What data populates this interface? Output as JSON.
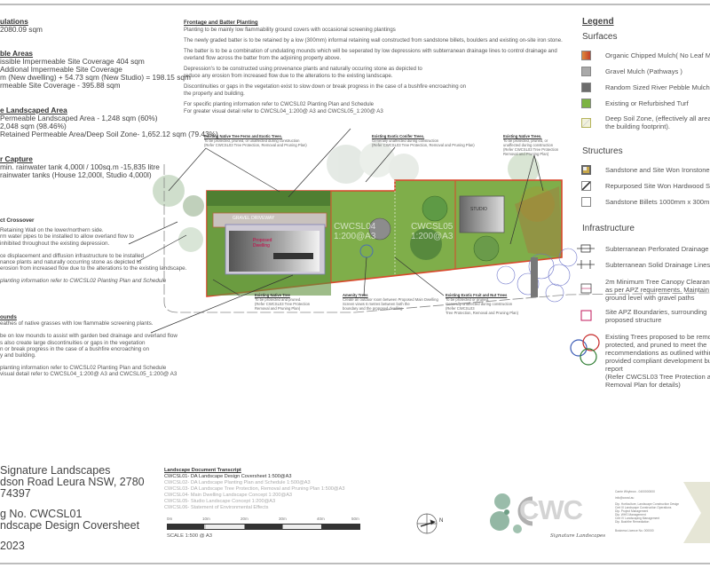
{
  "left_notes": {
    "calculations": {
      "heading": "ulations",
      "lines": [
        "2080.09 sqm"
      ]
    },
    "impermeable": {
      "heading": "ble Areas",
      "lines": [
        "issible Impermeable Site Coverage 404 sqm",
        "Addional Impermeable Site Coverage",
        "m (New dwelling) + 54.73 sqm (New Studio) = 198.15 sqm",
        "rmeable Site Coverage - 395.88 sqm"
      ]
    },
    "landscaped": {
      "heading": "e Landscaped Area",
      "lines": [
        "Permeable Landscaped Area - 1,248 sqm (60%)",
        "2,048 sqm (98.46%)",
        "Retained Permeable Area/Deep Soil Zone- 1,652.12 sqm (79.43%)"
      ]
    },
    "capture": {
      "heading": "r Capture",
      "lines": [
        "min. rainwater tank 4,000l / 100sq.m -15,835 litre",
        "rainwater tanks (House 12,000l, Studio 4,000l)"
      ]
    },
    "crossover": {
      "heading": "ct Crossover",
      "lines": [
        "Retaining Wall on the lower/northern side.",
        "rm water pipes to be installed to allow overland flow to",
        "inhibited throughout the existing depression.",
        "",
        "ce displacement and diffusion infrastructure to be installed",
        "nance plants and naturally occurring stone as depicted to",
        "erosion from increased flow due to the alterations to the existing landscape.",
        "",
        "planting information refer to CWCSL02 Planting Plan and Schedule"
      ]
    },
    "mounds": {
      "heading": "ounds",
      "lines": [
        "eathes of native grasses with low flammable screening plants.",
        "",
        "be on low mounds to assist with garden bed drainage and overland flow",
        "s also create large discontinuities or gaps in the vegetation",
        "n or break progress in the case of a bushfire encroaching on",
        "y and building.",
        "",
        "planting information refer to CWCSL02 Planting Plan and Schedule",
        "visual detail refer to CWCSL04_1:200@ A3 and CWCSL05_1:200@ A3"
      ]
    }
  },
  "center_notes": {
    "heading": "Frontage and Batter Planting",
    "lines": [
      "Planting to be mainly low flammability ground covers with occasional screening plantings",
      "",
      "The newly graded batter is to be retained by a low (300mm) informal retaining wall constructed from sandstone billets, boulders and existing on-site iron stone.",
      "",
      "The batter is to be a combination of undulating mounds which will be seperated by low depressions with subterranean drainage lines to control drainage and",
      "overland flow across the batter from the adjoining property above.",
      "",
      "Depression's to be constructed using provenance plants and naturally occuring stone as depicted to",
      "reduce any erosion from increased flow due to the alterations to the existing landscape.",
      "",
      "Discontinuities or gaps in the vegetation exist to slow down or break progress in the case of a bushfire encroaching on",
      "the property and building.",
      "",
      "For specific planting information refer to CWCSL02 Planting Plan and Schedule",
      "For greater visual detail refer to CWCSL04_1:200@ A3 and CWCSL05_1:200@ A3"
    ]
  },
  "plan": {
    "callouts": [
      {
        "heading": "Existing Native Tree Ferns and Exotic Trees.",
        "lines": [
          "To be protected, pruned, or unaffected during construction",
          "(Refer CWCSL03 Tree Protection, Removal and Pruning Plan)"
        ]
      },
      {
        "heading": "Existing Exotic Conifer Trees.",
        "lines": [
          "Generally unaffected during construction",
          "(Refer CWCSL03 Tree Protection, Removal and Pruning Plan)"
        ]
      },
      {
        "heading": "Existing Native Trees.",
        "lines": [
          "To be protected, pruned, or",
          "unaffected during construction",
          "(Refer CWCSL03 Tree Protection",
          "Removal and Pruning Plan)"
        ]
      },
      {
        "heading": "Existing Native Tree",
        "lines": [
          "To be protected and pruned.",
          "(Refer CWCSL03 Tree Protection",
          "Removal and Pruning Plan)"
        ]
      },
      {
        "heading": "Amenity Trees",
        "lines": [
          "Create an outdoor room between Proposed Main Dwelling",
          "Screen views 6 metres between both the",
          "boundary and the proposed dwelling"
        ]
      },
      {
        "heading": "Existing Exotic Fruit and Nut Trees",
        "lines": [
          "To be protected or pruned.",
          "Generally unaffected during construction",
          "(Refer CWCSL03",
          "Tree Protection, Removal and Pruning Plan)"
        ]
      }
    ],
    "labels": {
      "gravel": "GRAVEL DRIVEWAY",
      "dwelling": "Proposed Dwelling",
      "studio": "STUDIO",
      "ref1a": "CWCSL04",
      "ref1b": "1:200@A3",
      "ref2a": "CWCSL05",
      "ref2b": "1:200@A3"
    },
    "colors": {
      "turf": "#7fae4a",
      "boundary": "#d9472b",
      "mulch": "#b5643a",
      "building": "#6e6e6e"
    }
  },
  "legend": {
    "title": "Legend",
    "surfaces_title": "Surfaces",
    "surfaces": [
      {
        "label": "Organic Chipped Mulch( No Leaf M",
        "color": "#d2622f"
      },
      {
        "label": "Gravel Mulch (Pathways )",
        "color": "#a9a9a9"
      },
      {
        "label": "Random Sized River Pebble Mulch",
        "color": "#6c6c6c"
      },
      {
        "label": "Existing or Refurbished Turf",
        "color": "#7cb342"
      },
      {
        "label": "Deep Soil Zone, (effectively all area",
        "label2": "the building footprint).",
        "color": "#f1f1dc"
      }
    ],
    "structures_title": "Structures",
    "structures": [
      {
        "label": "Sandstone and Site Won Ironstone"
      },
      {
        "label": "Repurposed Site Won Hardwood S"
      },
      {
        "label": "Sandstone Billets 1000mm x 300m"
      }
    ],
    "infrastructure_title": "Infrastructure",
    "infrastructure": [
      {
        "lines": [
          "Subterranean Perforated Drainage"
        ]
      },
      {
        "lines": [
          "Subterranean Solid Drainage Lines"
        ]
      },
      {
        "lines": [
          "2m Minimum Tree Canopy Clearan",
          "as per APZ requirements. Maintain",
          "ground level with gravel paths"
        ]
      },
      {
        "lines": [
          "Site APZ Boundaries, surrounding",
          "proposed structure"
        ],
        "color": "#c2185b"
      },
      {
        "lines": [
          "Existing Trees proposed to be remo",
          "protected, and pruned to meet the",
          "recommendations as outlined within",
          "provided compliant development bu",
          "report",
          "(Refer CWCSL03 Tree Protection a",
          "Removal Plan for details)"
        ]
      }
    ]
  },
  "title_block": {
    "company": "Signature Landscapes",
    "address": "dson Road Leura NSW, 2780",
    "phone": "74397",
    "dwg_no": "g No. CWCSL01",
    "dwg_title": "ndscape Design Coversheet",
    "date": "2023"
  },
  "transcript": {
    "heading": "Landscape Document Transcript",
    "items": [
      "CWCSL01- DA Landscape Design Coversheet 1:500@A3",
      "CWCSL02- DA Landscape Planting Plan and Schedule 1:500@A3",
      "CWCSL03- DA Landscape Tree Protection, Removal and Pruning Plan 1:500@A3",
      "CWCSL04- Main Dwelling Landscape Concept 1:200@A3",
      "CWCSL05- Studio Landscape Concept 1:200@A3",
      "CWCSL06- Statement of Environmental Effects"
    ],
    "current_index": 0
  },
  "scale_bar": {
    "ticks": [
      "0m",
      "10m",
      "20m",
      "30m",
      "40m",
      "50m"
    ],
    "label": "SCALE 1:500 @ A3"
  },
  "north": {
    "label": "N"
  },
  "logo": {
    "text": "CWC",
    "tagline": "Signature Landscapes"
  },
  "contact": {
    "lines": [
      "Carrie Whybrow - 0400000000",
      "info@cwcsl.au",
      "Dip. Horticulture, Landscape Construction Design",
      "Cert III Landscape Construction Operations",
      "Dip. Project Management",
      "Dip. WHS Management",
      "Cert IV Landscaping Management",
      "Dip. Bushfire Remediation",
      "Business Licence No. 000000"
    ]
  }
}
